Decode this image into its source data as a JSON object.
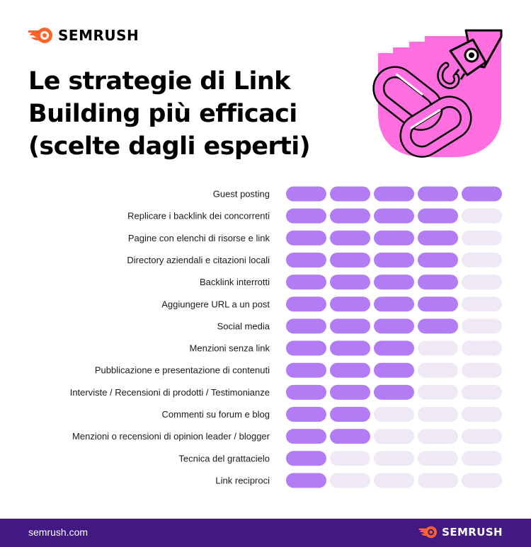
{
  "brand": {
    "name": "SEMRUSH",
    "logo_icon": "semrush-fireball-icon",
    "accent_color": "#FF642D"
  },
  "title_lines": [
    "Le strategie di Link",
    "Building più efficaci",
    "(scelte dagli esperti)"
  ],
  "illustration": {
    "icon": "chain-link-crane-hook-icon",
    "colors": {
      "pink": "#FF6FE0",
      "outline": "#000000",
      "highlight": "#FFFFFF"
    }
  },
  "chart_data": {
    "type": "rating",
    "max_rating": 5,
    "colors": {
      "filled": "#B27CF4",
      "empty": "#EEE9F4"
    },
    "categories": [
      "Guest posting",
      "Replicare i backlink dei concorrenti",
      "Pagine con elenchi di risorse e link",
      "Directory aziendali e citazioni locali",
      "Backlink interrotti",
      "Aggiungere URL a un post",
      "Social media",
      "Menzioni senza link",
      "Pubblicazione e presentazione di contenuti",
      "Interviste / Recensioni di prodotti / Testimonianze",
      "Commenti su forum e blog",
      "Menzioni o recensioni di opinion leader / blogger",
      "Tecnica del grattacielo",
      "Link reciproci"
    ],
    "values": [
      5,
      4,
      4,
      4,
      4,
      4,
      4,
      3,
      3,
      3,
      2,
      2,
      1,
      1
    ]
  },
  "footer": {
    "url": "semrush.com",
    "background": "#421983",
    "brand_name": "SEMRUSH"
  }
}
